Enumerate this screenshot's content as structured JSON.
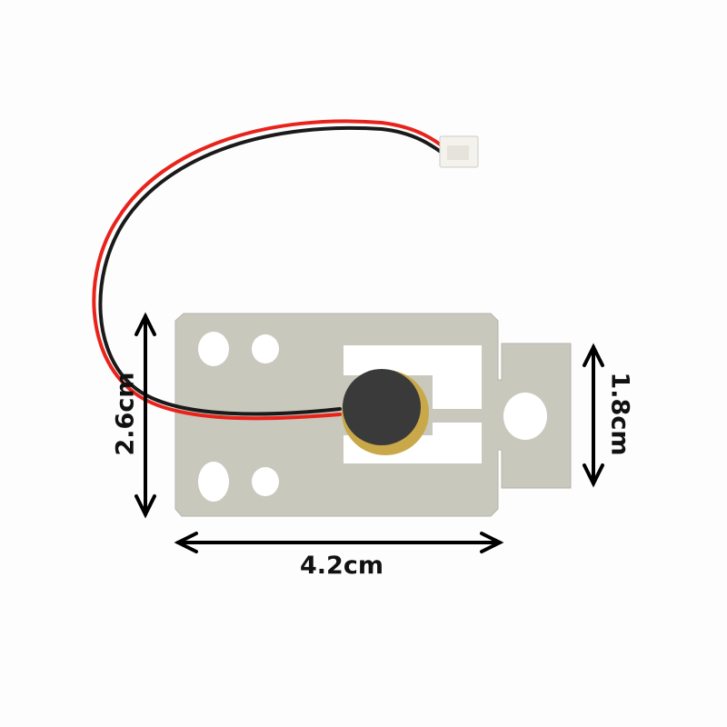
{
  "dimensions": {
    "height_label": "2.6cm",
    "width_label": "4.2cm",
    "tab_label": "1.8cm"
  },
  "colors": {
    "plate": "#c9c8bd",
    "wire_red": "#e8231c",
    "wire_black": "#1a1a1a",
    "disc_brass": "#c9a84a",
    "disc_black": "#3a3a3a"
  }
}
